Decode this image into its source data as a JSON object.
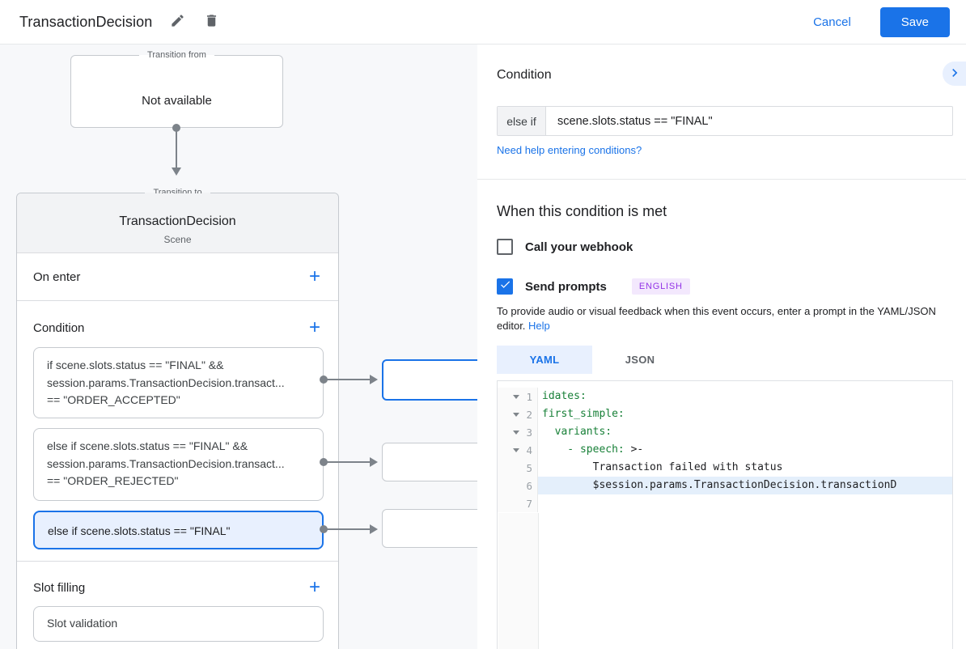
{
  "topbar": {
    "title": "TransactionDecision",
    "cancel": "Cancel",
    "save": "Save"
  },
  "diagram": {
    "from_legend": "Transition from",
    "from_value": "Not available",
    "to_legend": "Transition to",
    "to_title": "TransactionDecision",
    "to_subtitle": "Scene",
    "on_enter_label": "On enter",
    "condition_label": "Condition",
    "slot_filling_label": "Slot filling",
    "slot_item": "Slot validation",
    "conditions": [
      {
        "text": "if scene.slots.status == \"FINAL\" &&\nsession.params.TransactionDecision.transact...\n== \"ORDER_ACCEPTED\""
      },
      {
        "text": "else if scene.slots.status == \"FINAL\" &&\nsession.params.TransactionDecision.transact...\n== \"ORDER_REJECTED\""
      },
      {
        "text": "else if scene.slots.status == \"FINAL\""
      }
    ]
  },
  "icons": {
    "plus": "+"
  },
  "panel": {
    "heading": "Condition",
    "operator": "else if",
    "expression": "scene.slots.status == \"FINAL\"",
    "help_link": "Need help entering conditions?",
    "when_heading": "When this condition is met",
    "webhook_label": "Call your webhook",
    "prompts_label": "Send prompts",
    "language_badge": "ENGLISH",
    "hint_text": "To provide audio or visual feedback when this event occurs, enter a prompt in the YAML/JSON editor.",
    "hint_help": "Help",
    "tabs": {
      "yaml": "YAML",
      "json": "JSON"
    },
    "editor": {
      "lines": [
        {
          "num": "1",
          "key": "idates:",
          "rest": ""
        },
        {
          "num": "2",
          "key": "first_simple:",
          "rest": ""
        },
        {
          "num": "3",
          "key": "  variants:",
          "rest": ""
        },
        {
          "num": "4",
          "key": "    - speech:",
          "rest": " >-"
        },
        {
          "num": "5",
          "key": "",
          "rest": "        Transaction failed with status"
        },
        {
          "num": "6",
          "key": "",
          "rest": "        $session.params.TransactionDecision.transactionD"
        },
        {
          "num": "7",
          "key": "",
          "rest": ""
        }
      ]
    }
  },
  "colors": {
    "accent": "#1a73e8",
    "selected_bg": "#e8f0fe",
    "badge_bg": "#f3e8fd",
    "badge_text": "#9334e6",
    "yaml_key_green": "#188038",
    "highlighted_line_bg": "#e4effb",
    "diagram_bg": "#f7f8fa"
  }
}
